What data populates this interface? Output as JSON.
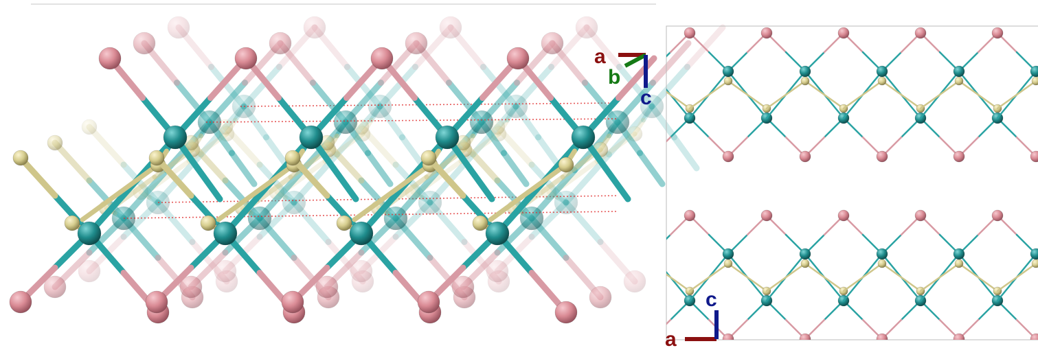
{
  "colors": {
    "teal_atom": "#1f8c8c",
    "pink_atom": "#d98a94",
    "yellow_atom": "#d6cd8e",
    "teal_bond": "#2aa3a3",
    "pink_bond": "#d89aa4",
    "yellow_bond": "#cfc68a",
    "dotted": "#e03030",
    "axis_a": "#8b1010",
    "axis_b": "#157a15",
    "axis_c": "#101a8b",
    "frame": "#bbbbbb"
  },
  "perspective_axes": {
    "a": "a",
    "b": "b",
    "c": "c"
  },
  "side_axes": {
    "a": "a",
    "c": "c"
  }
}
